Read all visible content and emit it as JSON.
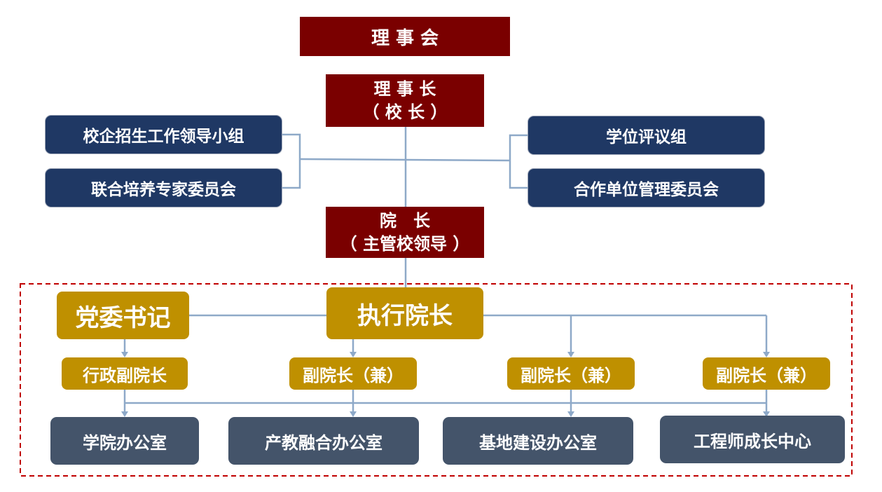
{
  "top": {
    "board": "理 事 会",
    "chairman": "理 事 长\n（ 校 长 ）",
    "dean": "院　长\n（ 主管校领导 ）"
  },
  "left_committees": [
    "校企招生工作领导小组",
    "联合培养专家委员会"
  ],
  "right_committees": [
    "学位评议组",
    "合作单位管理委员会"
  ],
  "leadership": {
    "party_secretary": "党委书记",
    "executive_dean": "执行院长"
  },
  "vice_deans": [
    "行政副院长",
    "副院长（兼）",
    "副院长（兼）",
    "副院长（兼）"
  ],
  "offices": [
    "学院办公室",
    "产教融合办公室",
    "基地建设办公室",
    "工程师成长中心"
  ],
  "colors": {
    "dark_red": "#7a0000",
    "navy": "#1f3864",
    "gold": "#bf9000",
    "slate": "#44546a",
    "connector": "#8ea9c8",
    "dashed_border": "#c00000"
  }
}
